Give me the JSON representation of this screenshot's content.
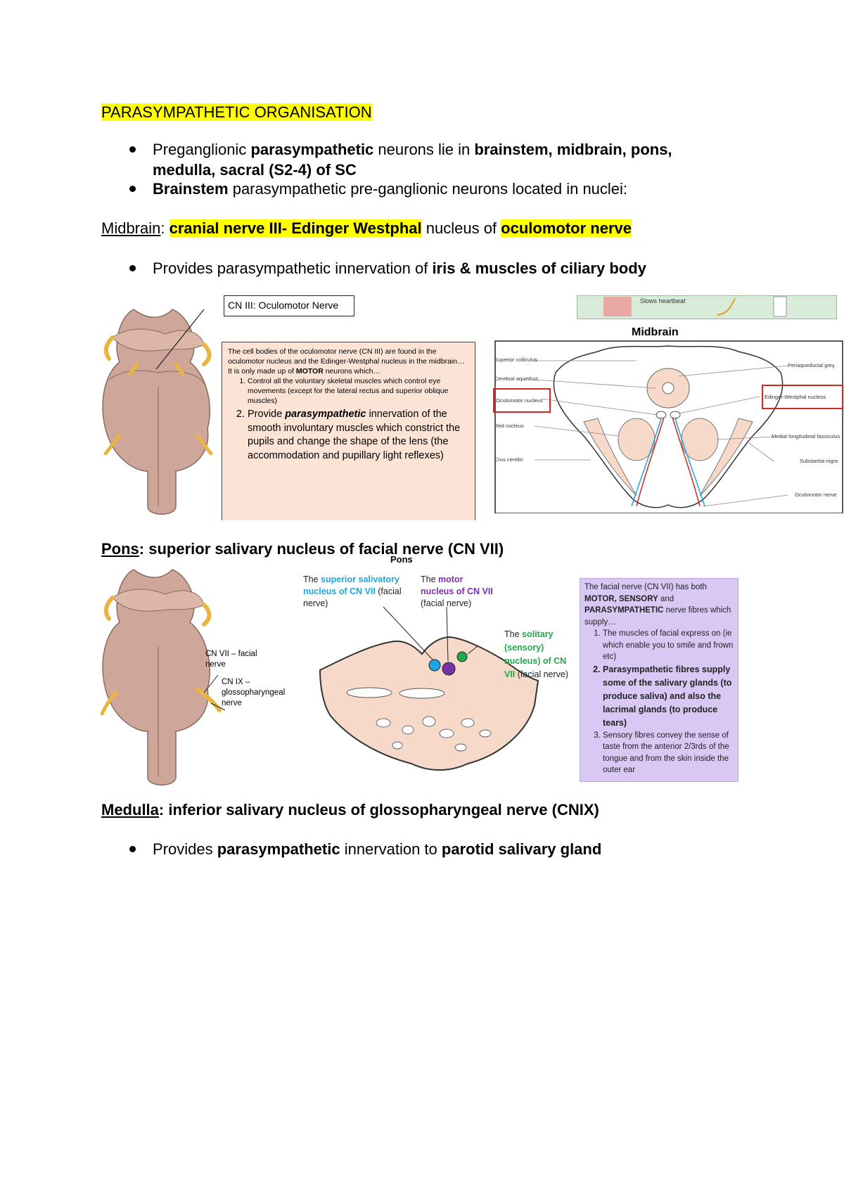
{
  "heading": "PARASYMPATHETIC ORGANISATION",
  "bullets_top": [
    {
      "p1": "Preganglionic ",
      "b1": "parasympathetic",
      "p2": " neurons lie in ",
      "b2": "brainstem, midbrain, pons,",
      "b3": "medulla, sacral (S2-4) of SC"
    },
    {
      "b1": "Brainstem",
      "p1": " parasympathetic pre-ganglionic neurons located in nuclei:"
    }
  ],
  "midbrain": {
    "label": "Midbrain",
    "colon": ": ",
    "hl1": "cranial nerve III- Edinger Westphal",
    "mid": " nucleus of ",
    "hl2": "oculomotor nerve",
    "bullet_p": "Provides parasympathetic innervation of ",
    "bullet_b": "iris & muscles of ciliary body"
  },
  "fig1": {
    "callout": "CN III: Oculomotor Nerve",
    "box_intro": "The cell bodies of the oculomotor nerve (CN III) are found in the oculomotor nucleus and the Edinger-Westphal nucleus in the midbrain…",
    "box_motor_pre": "It is only made up of ",
    "box_motor_b": "MOTOR",
    "box_motor_post": " neurons which…",
    "item1": "Control all the voluntary skeletal muscles which control eye movements (except for the lateral rectus and superior oblique muscles)",
    "item2_pre": "Provide ",
    "item2_b": "parasympathetic",
    "item2_post": " innervation of the smooth involuntary muscles which constrict the pupils and change the shape of the lens (the accommodation and pupillary light reflexes)"
  },
  "fig2": {
    "top_strip_text": "Slows heartbeat",
    "title": "Midbrain",
    "left_labels": [
      "Superior colliculus",
      "Cerebral aqueduct",
      "Oculomotor nucleus",
      "Red nucleus",
      "Crus cerebri"
    ],
    "right_labels": [
      "Periaqueductal grey",
      "Edinger-Westphal nucleus",
      "Medial longitudinal fasciculus",
      "Substantia nigra",
      "Oculomotor nerve"
    ]
  },
  "pons": {
    "label": "Pons",
    "rest": ": superior salivary nucleus of facial nerve (CN VII)"
  },
  "fig3": {
    "label_cn7": "CN VII – facial nerve",
    "label_cn9": "CN IX – glossopharyngeal nerve"
  },
  "fig4": {
    "title": "Pons",
    "sup_pre": "The ",
    "sup_col": "superior salivatory nucleus of CN VII",
    "sup_post": " (facial nerve)",
    "mot_pre": "The ",
    "mot_col": "motor nucleus of CN VII",
    "mot_post": " (facial nerve)",
    "sol_pre": "The ",
    "sol_col": "solitary (sensory) nucleus) of CN VII",
    "sol_post": " (facial nerve)"
  },
  "fig5": {
    "intro_pre": "The facial nerve (CN VII) has both ",
    "intro_b1": "MOTOR, SENSORY",
    "intro_and": " and ",
    "intro_b2": "PARASYMPATHETIC",
    "intro_post": " nerve fibres which supply…",
    "item1": "The muscles of facial express on (ie which enable you to smile and frown etc)",
    "item2": "Parasympathetic fibres supply some of the salivary glands (to produce saliva) and also the lacrimal glands (to produce tears)",
    "item3": "Sensory fibres convey the sense of taste from the anterior 2/3rds of the tongue and from the skin inside the outer ear"
  },
  "medulla": {
    "label": "Medulla",
    "rest": ": inferior salivary nucleus of glossopharyngeal nerve (CNIX)",
    "bullet_p1": "Provides ",
    "bullet_b1": "parasympathetic",
    "bullet_p2": " innervation to ",
    "bullet_b2": "parotid salivary gland"
  },
  "colors": {
    "highlight": "#ffff00",
    "box_fill": "#fbe3d6",
    "purple_box": "#d9c8f4",
    "cyan": "#1ea6e0",
    "purple": "#7a30a8",
    "green": "#22a84a",
    "red": "#d32626",
    "tissue": "#f6d9c9"
  }
}
